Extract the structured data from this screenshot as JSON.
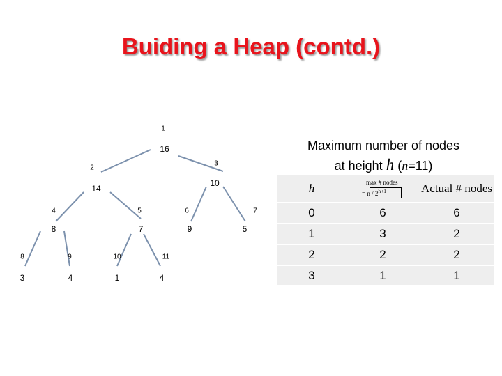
{
  "title": "Buiding a Heap (contd.)",
  "caption": {
    "line1": "Maximum number of nodes",
    "line2_prefix": "at height",
    "h_symbol": "h",
    "open_paren": " (",
    "n_symbol": "n",
    "n_value": "=11)"
  },
  "table": {
    "header": {
      "h": "h",
      "max_formula_top": "max # nodes",
      "max_formula_bottom": "= n / 2",
      "max_formula_exp": "h+1",
      "actual": "Actual # nodes"
    },
    "rows": [
      {
        "h": "0",
        "max": "6",
        "actual": "6"
      },
      {
        "h": "1",
        "max": "3",
        "actual": "2"
      },
      {
        "h": "2",
        "max": "2",
        "actual": "2"
      },
      {
        "h": "3",
        "max": "1",
        "actual": "1"
      }
    ]
  },
  "heap": {
    "nodes": [
      {
        "index": "1",
        "value": "16"
      },
      {
        "index": "2",
        "value": "14"
      },
      {
        "index": "3",
        "value": "10"
      },
      {
        "index": "4",
        "value": "8"
      },
      {
        "index": "5",
        "value": "7"
      },
      {
        "index": "6",
        "value": "9"
      },
      {
        "index": "7",
        "value": "5"
      },
      {
        "index": "8",
        "value": "3"
      },
      {
        "index": "9",
        "value": "4"
      },
      {
        "index": "10",
        "value": "1"
      },
      {
        "index": "11",
        "value": "4"
      }
    ],
    "edges": [
      [
        1,
        2
      ],
      [
        1,
        3
      ],
      [
        2,
        4
      ],
      [
        2,
        5
      ],
      [
        3,
        6
      ],
      [
        3,
        7
      ],
      [
        4,
        8
      ],
      [
        4,
        9
      ],
      [
        5,
        10
      ],
      [
        5,
        11
      ]
    ]
  },
  "colors": {
    "title": "#e8141c",
    "edge": "#7c91ad",
    "table_cell": "#eeeeee"
  }
}
